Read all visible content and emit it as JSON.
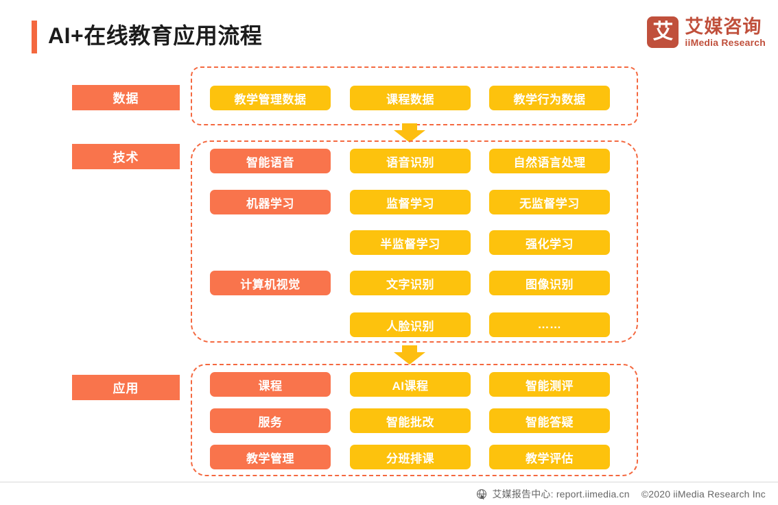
{
  "header": {
    "title": "AI+在线教育应用流程",
    "logo": {
      "mark": "艾",
      "name_cn": "艾媒咨询",
      "name_en": "iiMedia Research"
    }
  },
  "sections": {
    "data": {
      "label": "数据",
      "items": [
        "教学管理数据",
        "课程数据",
        "教学行为数据"
      ]
    },
    "technology": {
      "label": "技术",
      "rows": [
        {
          "category": "智能语音",
          "items": [
            "语音识别",
            "自然语言处理"
          ]
        },
        {
          "category": "机器学习",
          "items": [
            "监督学习",
            "无监督学习"
          ]
        },
        {
          "category": "",
          "items": [
            "半监督学习",
            "强化学习"
          ]
        },
        {
          "category": "计算机视觉",
          "items": [
            "文字识别",
            "图像识别"
          ]
        },
        {
          "category": "",
          "items": [
            "人脸识别",
            "……"
          ]
        }
      ]
    },
    "application": {
      "label": "应用",
      "rows": [
        {
          "category": "课程",
          "items": [
            "AI课程",
            "智能测评"
          ]
        },
        {
          "category": "服务",
          "items": [
            "智能批改",
            "智能答疑"
          ]
        },
        {
          "category": "教学管理",
          "items": [
            "分班排课",
            "教学评估"
          ]
        }
      ]
    }
  },
  "connectors": {
    "arrow_1": "down-arrow",
    "arrow_2": "down-arrow"
  },
  "footer": {
    "site": "艾媒报告中心: report.iimedia.cn",
    "copyright": "©2020  iiMedia Research  Inc"
  },
  "colors": {
    "orange": "#F9744C",
    "yellow": "#FDC20D",
    "dashed_border": "#F4683F",
    "brand_red": "#C0503C"
  }
}
